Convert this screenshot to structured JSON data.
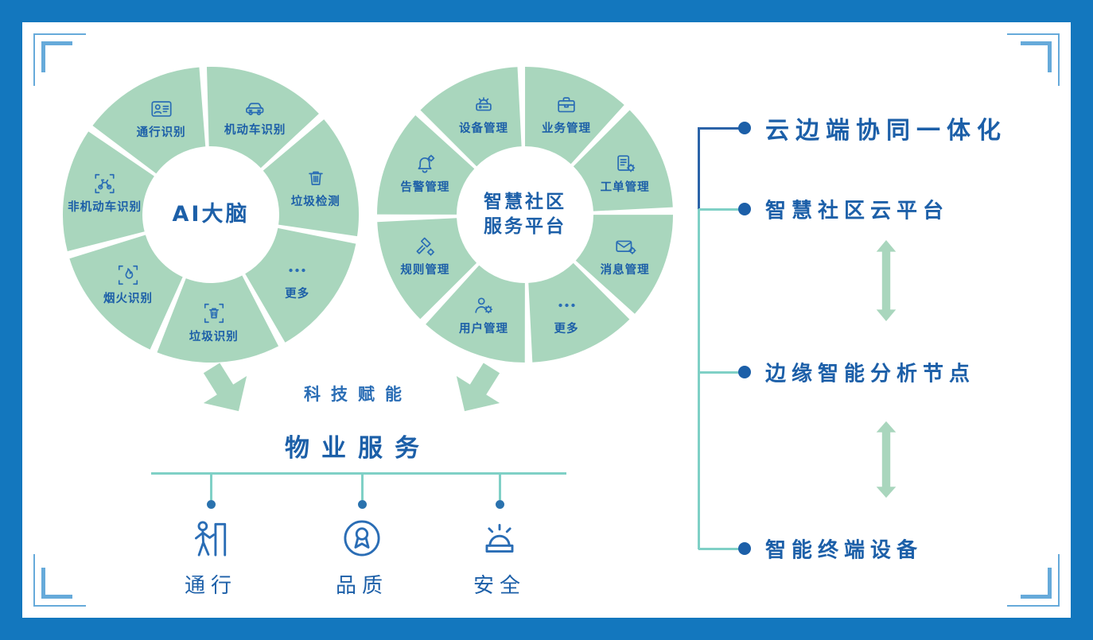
{
  "colors": {
    "frame_blue": "#1377be",
    "corner_blue": "#66aada",
    "text_blue": "#1c5fa8",
    "icon_blue": "#2a6db5",
    "segment_green": "#a9d6bd",
    "teal_line": "#7fd0c6",
    "connector_blue": "#2b63a8",
    "dot_blue": "#2a72ae"
  },
  "donuts": [
    {
      "name": "ai-brain",
      "center_label": [
        "AI大脑"
      ],
      "start_angle": -143,
      "segments": [
        {
          "label": "通行识别",
          "icon": "id-card-icon"
        },
        {
          "label": "机动车识别",
          "icon": "car-icon"
        },
        {
          "label": "垃圾检测",
          "icon": "trash-icon"
        },
        {
          "label": "更多",
          "icon": "more-dots-icon"
        },
        {
          "label": "垃圾识别",
          "icon": "trash-scan-icon"
        },
        {
          "label": "烟火识别",
          "icon": "fire-scan-icon"
        },
        {
          "label": "非机动车识别",
          "icon": "scooter-scan-icon"
        }
      ]
    },
    {
      "name": "platform",
      "center_label": [
        "智慧社区",
        "服务平台"
      ],
      "start_angle": -135,
      "segments": [
        {
          "label": "设备管理",
          "icon": "device-icon"
        },
        {
          "label": "业务管理",
          "icon": "briefcase-icon"
        },
        {
          "label": "工单管理",
          "icon": "workorder-icon"
        },
        {
          "label": "消息管理",
          "icon": "message-icon"
        },
        {
          "label": "更多",
          "icon": "more-dots-icon"
        },
        {
          "label": "用户管理",
          "icon": "user-icon"
        },
        {
          "label": "规则管理",
          "icon": "rule-icon"
        },
        {
          "label": "告警管理",
          "icon": "alarm-bell-icon"
        }
      ]
    }
  ],
  "flow": {
    "empower_label": "科技赋能",
    "service_label": "物业服务",
    "services": [
      {
        "label": "通行",
        "icon": "access-door-icon"
      },
      {
        "label": "品质",
        "icon": "quality-medal-icon"
      },
      {
        "label": "安全",
        "icon": "safety-siren-icon"
      }
    ]
  },
  "right_panel": {
    "items": [
      {
        "label": "云边端协同一体化",
        "emphasis": true
      },
      {
        "label": "智慧社区云平台",
        "emphasis": false
      },
      {
        "label": "边缘智能分析节点",
        "emphasis": false
      },
      {
        "label": "智能终端设备",
        "emphasis": false
      }
    ]
  }
}
